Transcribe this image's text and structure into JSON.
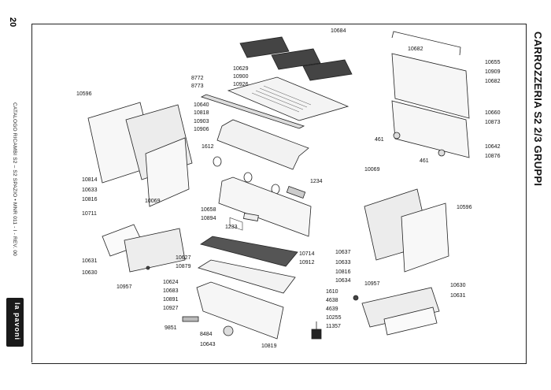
{
  "page_number": "20",
  "catalog_line": "CATALOGO RICAMBI S2 – S2 SPAZIO • MNR 011 - I - REV. 00",
  "section_title": "CARROZZERIA S2 2/3 GRUPPI",
  "logo_text": "la pavoni",
  "callouts": {
    "c10684": "10684",
    "c10682a": "10682",
    "c10655": "10655",
    "c10909": "10909",
    "c10682b": "10682",
    "c8772": "8772",
    "c8773": "8773",
    "c10629": "10629",
    "c10900": "10900",
    "c10926": "10926",
    "c10596a": "10596",
    "c10640": "10640",
    "c10818": "10818",
    "c10903": "10903",
    "c10906": "10906",
    "c10660": "10660",
    "c10873": "10873",
    "c461a": "461",
    "c10642": "10642",
    "c10876": "10876",
    "c461b": "461",
    "c1612": "1612",
    "c10814": "10814",
    "c10633a": "10633",
    "c10816a": "10816",
    "c10069a": "10069",
    "c10711": "10711",
    "c1234": "1234",
    "c10069b": "10069",
    "c10658": "10658",
    "c10894": "10894",
    "c1233": "1233",
    "c10596b": "10596",
    "c10631a": "10631",
    "c10630a": "10630",
    "c10627": "10627",
    "c10879": "10879",
    "c10714": "10714",
    "c10912": "10912",
    "c10637": "10637",
    "c10633b": "10633",
    "c10816b": "10816",
    "c10634": "10634",
    "c10957a": "10957",
    "c10624": "10624",
    "c10683": "10683",
    "c10891": "10891",
    "c10927": "10927",
    "c10957b": "10957",
    "c10630b": "10630",
    "c1610": "1610",
    "c4638": "4638",
    "c4639": "4639",
    "c10255": "10255",
    "c11357": "11357",
    "c10631b": "10631",
    "c9851": "9851",
    "c8484": "8484",
    "c10643": "10643",
    "c10819": "10819"
  }
}
